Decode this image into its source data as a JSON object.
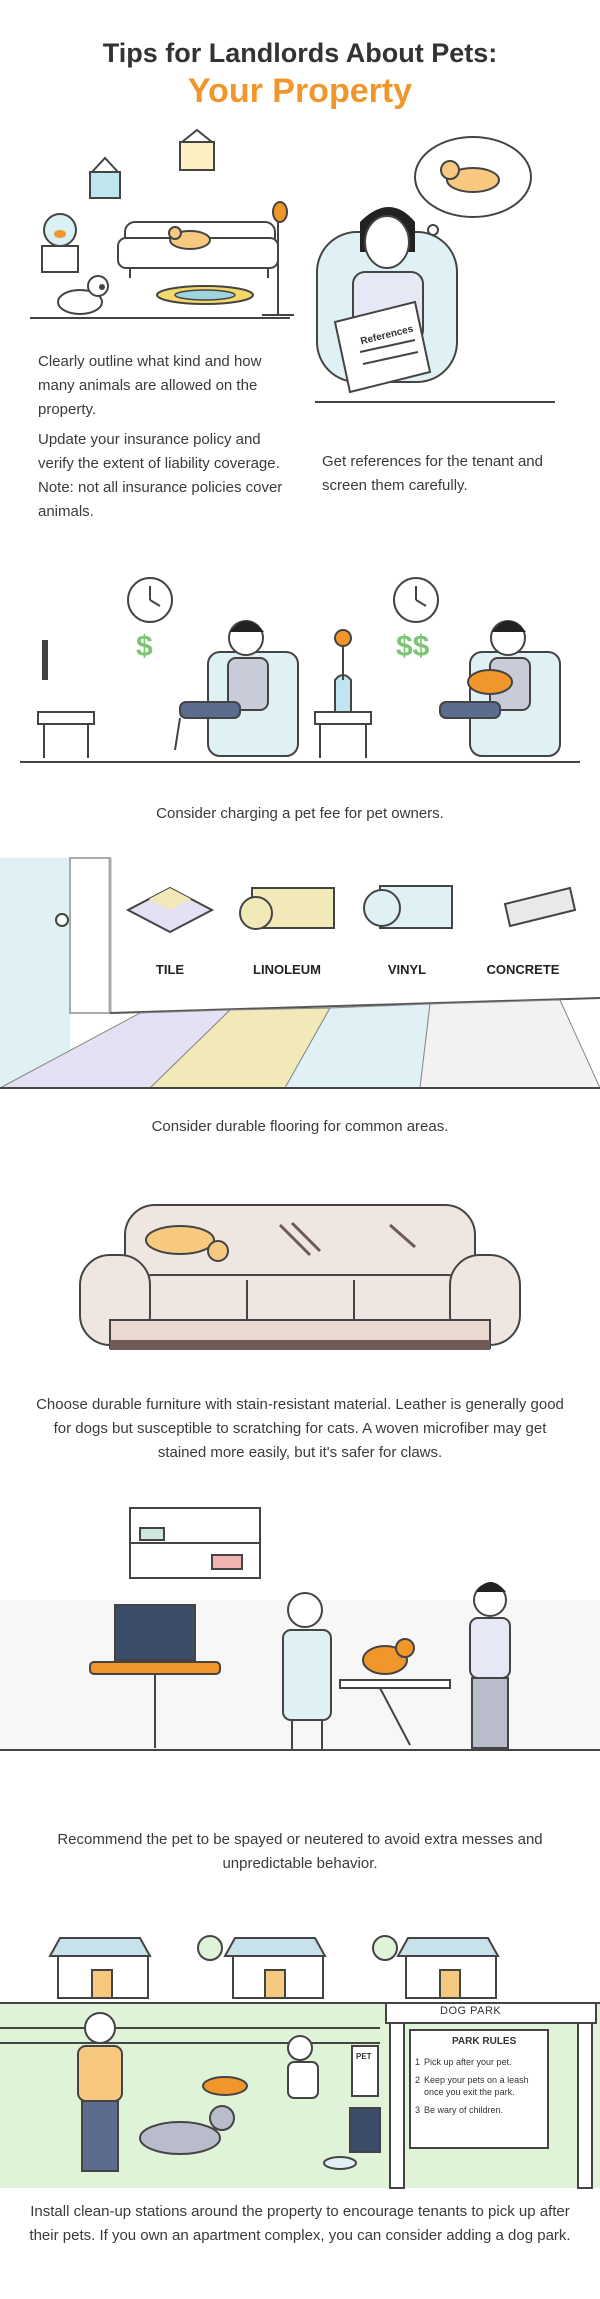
{
  "header": {
    "title_line1": "Tips for Landlords About Pets:",
    "title_line2": "Your Property"
  },
  "section1": {
    "outline_text": "Clearly outline what kind and how many animals are allowed on the property.",
    "insurance_text": "Update your insurance policy and verify the extent of liability coverage. Note: not all insurance policies cover animals.",
    "references_label": "References",
    "references_text": "Get references for the tenant and screen them carefully."
  },
  "section2": {
    "fee_symbol_single": "$",
    "fee_symbol_double": "$$",
    "caption": "Consider charging a pet fee for pet owners."
  },
  "section3": {
    "floor_types": [
      "TILE",
      "LINOLEUM",
      "VINYL",
      "CONCRETE"
    ],
    "caption": "Consider durable flooring for common areas."
  },
  "section4": {
    "caption": "Choose durable furniture with stain-resistant material. Leather is generally good for dogs but susceptible to scratching for cats. A woven microfiber may get stained more easily, but it's safer for claws."
  },
  "section5": {
    "caption": "Recommend the pet to be spayed or neutered to avoid extra messes and unpredictable behavior."
  },
  "section6": {
    "sign_label": "DOG PARK",
    "rules_title": "PARK RULES",
    "rules": [
      {
        "num": "1",
        "text": "Pick up after your pet."
      },
      {
        "num": "2",
        "text": "Keep your pets on a leash once you exit the park."
      },
      {
        "num": "3",
        "text": "Be wary of children."
      }
    ],
    "station_label": "PET",
    "caption": "Install clean-up stations around the property to encourage tenants to pick up after their pets. If you own an apartment complex, you can consider adding a dog park."
  },
  "colors": {
    "accent_orange": "#f0962a",
    "money_green": "#7cc576",
    "chair_blue": "#dff1f4",
    "floor_yellow": "#f2e9b8",
    "floor_purple": "#e4e1f5",
    "grass_green": "#dff3d8",
    "sofa_beige": "#efe6e1"
  }
}
